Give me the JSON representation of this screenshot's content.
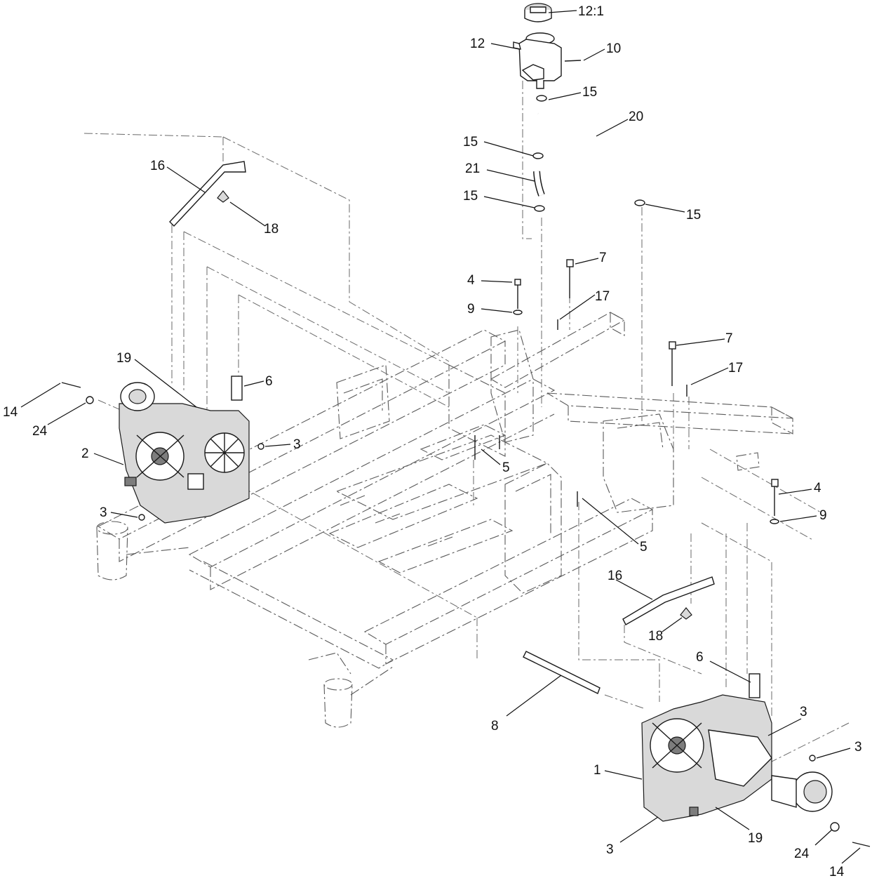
{
  "callouts": [
    {
      "id": "c-12-1",
      "text": "12:1"
    },
    {
      "id": "c-12",
      "text": "12"
    },
    {
      "id": "c-10",
      "text": "10"
    },
    {
      "id": "c-15a",
      "text": "15"
    },
    {
      "id": "c-20",
      "text": "20"
    },
    {
      "id": "c-15b",
      "text": "15"
    },
    {
      "id": "c-21",
      "text": "21"
    },
    {
      "id": "c-15c",
      "text": "15"
    },
    {
      "id": "c-15d",
      "text": "15"
    },
    {
      "id": "c-16a",
      "text": "16"
    },
    {
      "id": "c-18a",
      "text": "18"
    },
    {
      "id": "c-7a",
      "text": "7"
    },
    {
      "id": "c-4a",
      "text": "4"
    },
    {
      "id": "c-17a",
      "text": "17"
    },
    {
      "id": "c-9a",
      "text": "9"
    },
    {
      "id": "c-7b",
      "text": "7"
    },
    {
      "id": "c-17b",
      "text": "17"
    },
    {
      "id": "c-19a",
      "text": "19"
    },
    {
      "id": "c-6a",
      "text": "6"
    },
    {
      "id": "c-14a",
      "text": "14"
    },
    {
      "id": "c-24a",
      "text": "24"
    },
    {
      "id": "c-3a",
      "text": "3"
    },
    {
      "id": "c-2",
      "text": "2"
    },
    {
      "id": "c-5a",
      "text": "5"
    },
    {
      "id": "c-3b",
      "text": "3"
    },
    {
      "id": "c-4b",
      "text": "4"
    },
    {
      "id": "c-9b",
      "text": "9"
    },
    {
      "id": "c-5b",
      "text": "5"
    },
    {
      "id": "c-16b",
      "text": "16"
    },
    {
      "id": "c-18b",
      "text": "18"
    },
    {
      "id": "c-6b",
      "text": "6"
    },
    {
      "id": "c-3c",
      "text": "3"
    },
    {
      "id": "c-8",
      "text": "8"
    },
    {
      "id": "c-3d",
      "text": "3"
    },
    {
      "id": "c-1",
      "text": "1"
    },
    {
      "id": "c-3e",
      "text": "3"
    },
    {
      "id": "c-19b",
      "text": "19"
    },
    {
      "id": "c-24b",
      "text": "24"
    },
    {
      "id": "c-14b",
      "text": "14"
    }
  ]
}
